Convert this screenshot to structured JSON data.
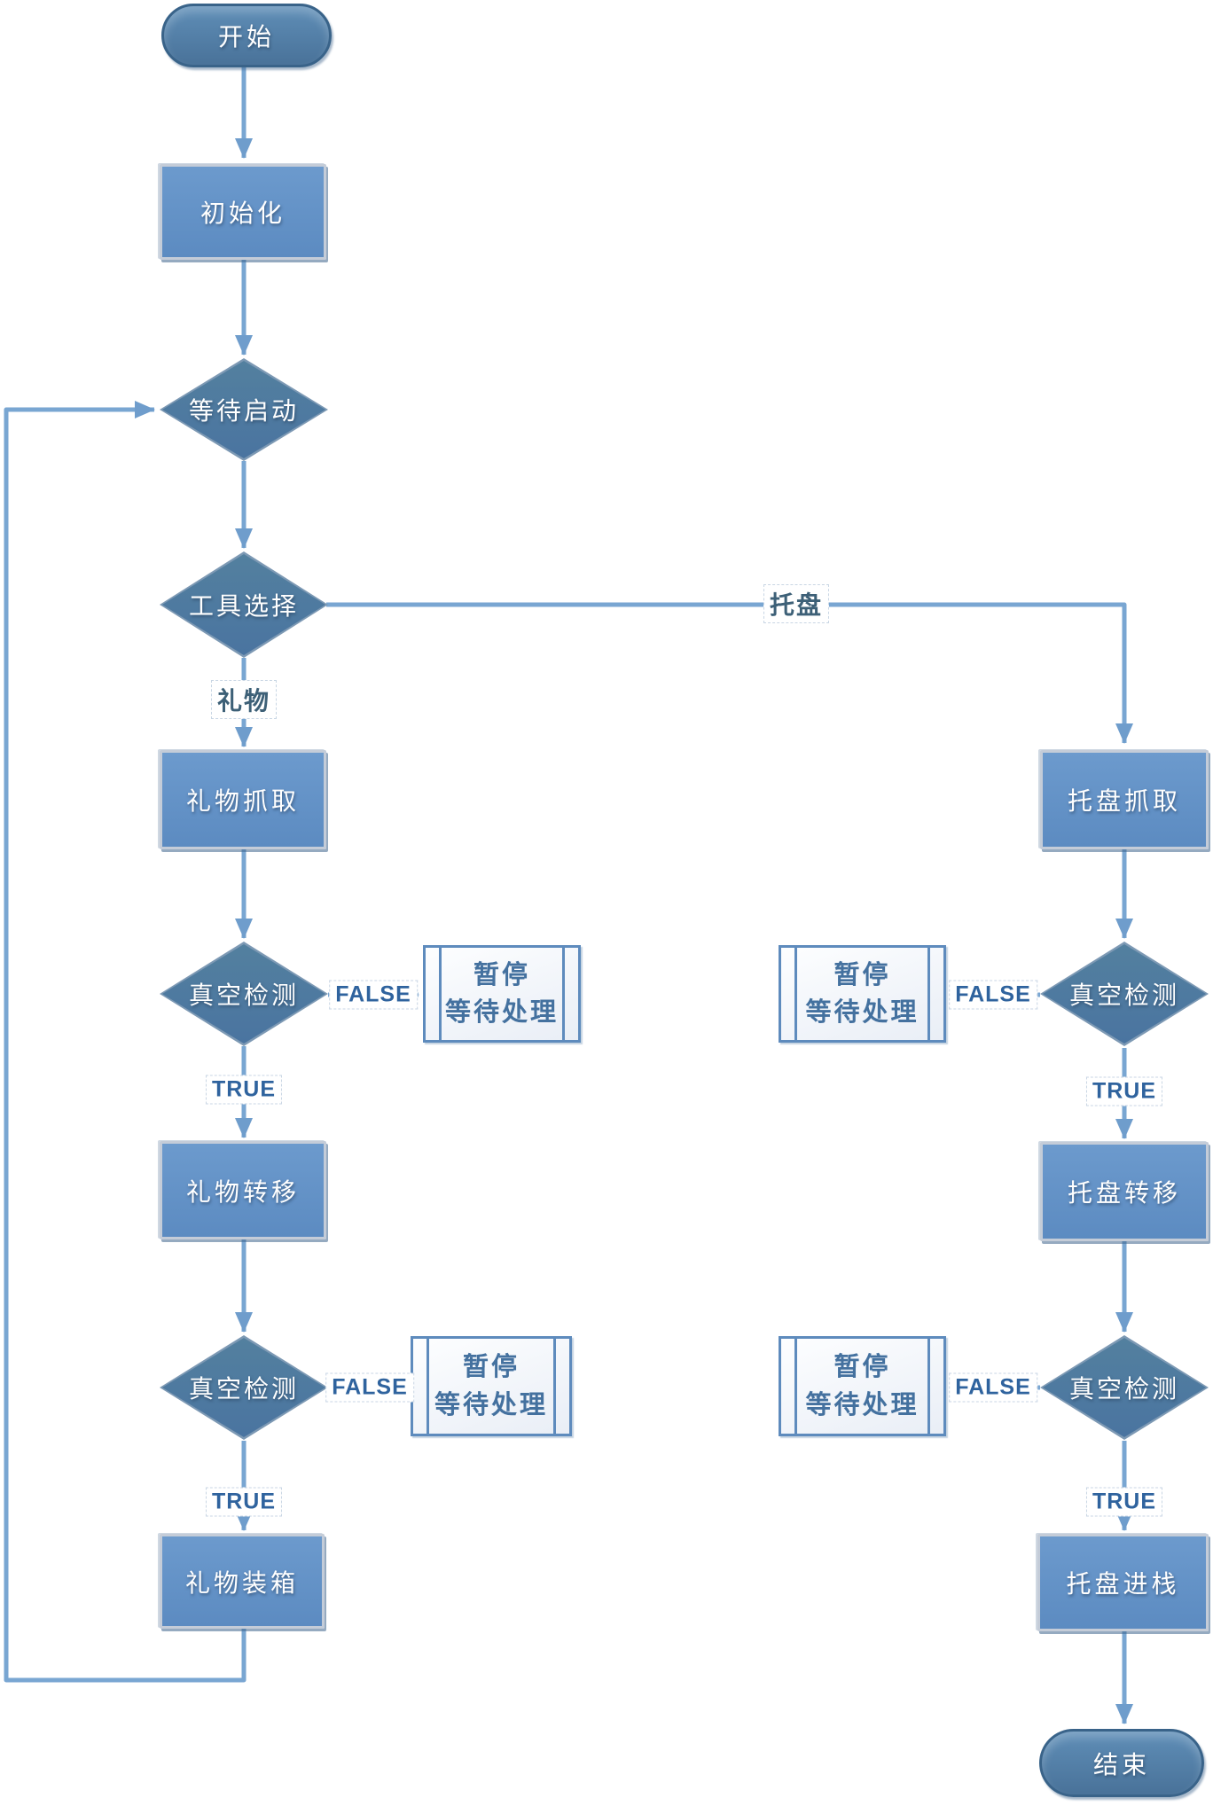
{
  "diagram": {
    "type": "flowchart",
    "colors": {
      "process_fill": "#6090c5",
      "process_border": "#c4ccd8",
      "decision_fill": "#4e7aa4",
      "terminator_fill": "#4f7ba8",
      "terminator_border": "#396389",
      "connector": "#79a6d2",
      "pause_fill": "#f3f6fa",
      "pause_border": "#5e8bbd",
      "pause_text": "#44719f",
      "edge_label_text": "#3d6077",
      "true_false_text": "#2f639e",
      "shape_text": "#ffffff"
    },
    "nodes": {
      "start": {
        "label": "开始",
        "type": "terminator"
      },
      "init": {
        "label": "初始化",
        "type": "process"
      },
      "wait_start": {
        "label": "等待启动",
        "type": "decision"
      },
      "tool_select": {
        "label": "工具选择",
        "type": "decision"
      },
      "gift_pick": {
        "label": "礼物抓取",
        "type": "process"
      },
      "gift_vacuum_1": {
        "label": "真空检测",
        "type": "decision"
      },
      "gift_pause_1": {
        "line1": "暂停",
        "line2": "等待处理",
        "type": "predefined-process"
      },
      "gift_transfer": {
        "label": "礼物转移",
        "type": "process"
      },
      "gift_vacuum_2": {
        "label": "真空检测",
        "type": "decision"
      },
      "gift_pause_2": {
        "line1": "暂停",
        "line2": "等待处理",
        "type": "predefined-process"
      },
      "gift_boxing": {
        "label": "礼物装箱",
        "type": "process"
      },
      "tray_pick": {
        "label": "托盘抓取",
        "type": "process"
      },
      "tray_vacuum_1": {
        "label": "真空检测",
        "type": "decision"
      },
      "tray_pause_1": {
        "line1": "暂停",
        "line2": "等待处理",
        "type": "predefined-process"
      },
      "tray_transfer": {
        "label": "托盘转移",
        "type": "process"
      },
      "tray_vacuum_2": {
        "label": "真空检测",
        "type": "decision"
      },
      "tray_pause_2": {
        "line1": "暂停",
        "line2": "等待处理",
        "type": "predefined-process"
      },
      "tray_stack": {
        "label": "托盘进栈",
        "type": "process"
      },
      "end": {
        "label": "结束",
        "type": "terminator"
      }
    },
    "edge_labels": {
      "gift": "礼物",
      "tray": "托盘",
      "gift_false_1": "FALSE",
      "gift_true_1": "TRUE",
      "gift_false_2": "FALSE",
      "gift_true_2": "TRUE",
      "tray_false_1": "FALSE",
      "tray_true_1": "TRUE",
      "tray_false_2": "FALSE",
      "tray_true_2": "TRUE"
    },
    "edges": [
      {
        "from": "start",
        "to": "init",
        "label": ""
      },
      {
        "from": "init",
        "to": "wait_start",
        "label": ""
      },
      {
        "from": "wait_start",
        "to": "tool_select",
        "label": ""
      },
      {
        "from": "tool_select",
        "to": "gift_pick",
        "label": "礼物"
      },
      {
        "from": "tool_select",
        "to": "tray_pick",
        "label": "托盘"
      },
      {
        "from": "gift_pick",
        "to": "gift_vacuum_1",
        "label": ""
      },
      {
        "from": "gift_vacuum_1",
        "to": "gift_pause_1",
        "label": "FALSE"
      },
      {
        "from": "gift_vacuum_1",
        "to": "gift_transfer",
        "label": "TRUE"
      },
      {
        "from": "gift_transfer",
        "to": "gift_vacuum_2",
        "label": ""
      },
      {
        "from": "gift_vacuum_2",
        "to": "gift_pause_2",
        "label": "FALSE"
      },
      {
        "from": "gift_vacuum_2",
        "to": "gift_boxing",
        "label": "TRUE"
      },
      {
        "from": "gift_boxing",
        "to": "wait_start",
        "label": ""
      },
      {
        "from": "tray_pick",
        "to": "tray_vacuum_1",
        "label": ""
      },
      {
        "from": "tray_vacuum_1",
        "to": "tray_pause_1",
        "label": "FALSE"
      },
      {
        "from": "tray_vacuum_1",
        "to": "tray_transfer",
        "label": "TRUE"
      },
      {
        "from": "tray_transfer",
        "to": "tray_vacuum_2",
        "label": ""
      },
      {
        "from": "tray_vacuum_2",
        "to": "tray_pause_2",
        "label": "FALSE"
      },
      {
        "from": "tray_vacuum_2",
        "to": "tray_stack",
        "label": "TRUE"
      },
      {
        "from": "tray_stack",
        "to": "end",
        "label": ""
      }
    ]
  }
}
